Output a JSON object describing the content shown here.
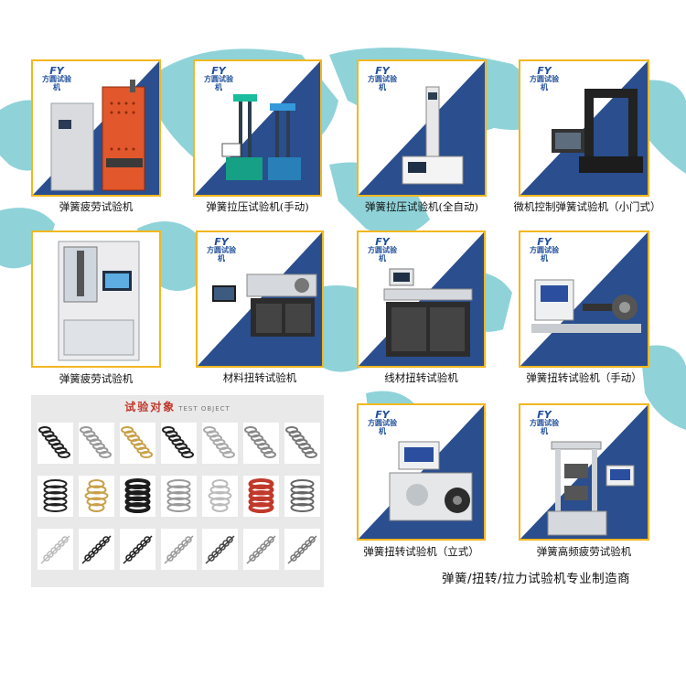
{
  "colors": {
    "navy": "#2a4e8e",
    "frame": "#f2b71f",
    "map": "#8fd3d9"
  },
  "brand": {
    "mark": "FY",
    "name": "方圆试验机"
  },
  "products": [
    {
      "id": "p1",
      "caption": "弹簧疲劳试验机"
    },
    {
      "id": "p2",
      "caption": "弹簧拉压试验机(手动)"
    },
    {
      "id": "p3",
      "caption": "弹簧拉压试验机(全自动)"
    },
    {
      "id": "p4",
      "caption": "微机控制弹簧试验机（小门式）"
    },
    {
      "id": "p5",
      "caption": "弹簧疲劳试验机"
    },
    {
      "id": "p6",
      "caption": "材料扭转试验机"
    },
    {
      "id": "p7",
      "caption": "线材扭转试验机"
    },
    {
      "id": "p8",
      "caption": "弹簧扭转试验机（手动）"
    },
    {
      "id": "p9",
      "caption": "弹簧扭转试验机（立式）"
    },
    {
      "id": "p10",
      "caption": "弹簧高频疲劳试验机"
    }
  ],
  "test_objects": {
    "title": "试验对象",
    "subtitle": "TEST OBJECT",
    "items": [
      "extension-spring-black",
      "compression-spring-steel",
      "compression-spring-gold",
      "torsion-spring-black",
      "conical-spring",
      "wire-rod",
      "double-torsion-spring",
      "spiral-spring",
      "gold-compression-spring",
      "black-die-spring",
      "conical-compression-spring",
      "hourglass-spring",
      "red-die-spring",
      "hook-spring",
      "extension-spring-hooks",
      "long-extension-spring",
      "heavy-extension-spring",
      "coil-spring-silver",
      "small-torsion-spring",
      "tape-measure-spring",
      "wire-hook-spring"
    ]
  },
  "tagline": "弹簧/扭转/拉力试验机专业制造商"
}
